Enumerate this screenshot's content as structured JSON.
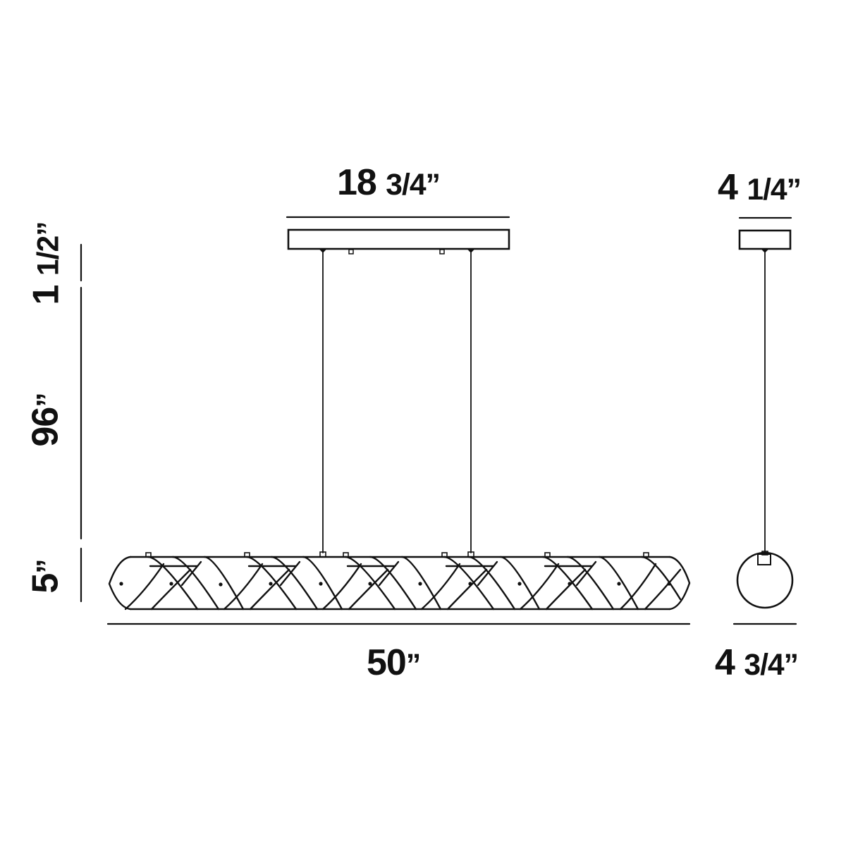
{
  "drawing": {
    "title": "Linear pendant dimension drawing",
    "line_color": "#111111",
    "background": "#ffffff"
  },
  "dimensions": {
    "canopy_length": {
      "whole": "18",
      "fraction": "3/4",
      "unit": "”"
    },
    "canopy_width_side": {
      "whole": "4",
      "fraction": "1/4",
      "unit": "”"
    },
    "canopy_height": {
      "whole": "1",
      "fraction": "1/2",
      "unit": "”"
    },
    "cable_drop": {
      "whole": "96",
      "fraction": "",
      "unit": "”"
    },
    "fixture_height": {
      "whole": "5",
      "fraction": "",
      "unit": "”"
    },
    "fixture_length": {
      "whole": "50",
      "fraction": "",
      "unit": "”"
    },
    "fixture_diameter_side": {
      "whole": "4",
      "fraction": "3/4",
      "unit": "”"
    }
  },
  "views": {
    "front": {
      "name": "front-view",
      "braid_segments": 5,
      "cables": 2
    },
    "side": {
      "name": "side-view",
      "cables": 1
    }
  }
}
